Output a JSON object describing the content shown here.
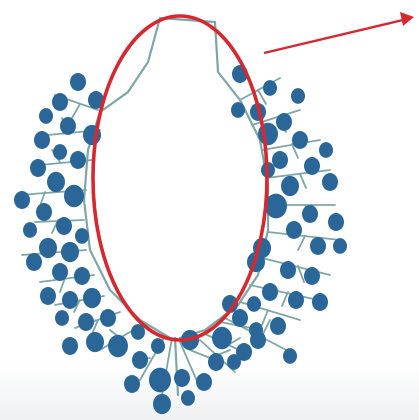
{
  "figure": {
    "kind": "annotated-illustration",
    "text_labels": []
  },
  "colors": {
    "background": "#ffffff",
    "bottom_band": "#eef0f2",
    "stem_line": "#7ea6a6",
    "particle": "#2b6699",
    "highlight_ellipse": "#d6282f",
    "arrow": "#d6282f"
  },
  "elements": {
    "core": "open-lumen-outline",
    "particles": "dot-clusters-on-branches",
    "highlight": "ellipse-around-core",
    "pointer": "arrow-to-upper-right"
  }
}
